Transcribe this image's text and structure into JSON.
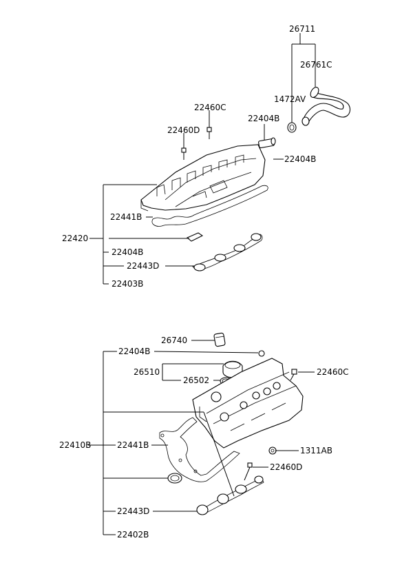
{
  "diagram": {
    "upper": {
      "labels": {
        "p26711": "26711",
        "p26761C": "26761C",
        "p1472AV": "1472AV",
        "p22460C": "22460C",
        "p22404B_bolt": "22404B",
        "p22460D": "22460D",
        "p22404B_pipe": "22404B",
        "p22441B": "22441B",
        "p22420": "22420",
        "p22404B_list": "22404B",
        "p22443D": "22443D",
        "p22403B": "22403B"
      }
    },
    "lower": {
      "labels": {
        "p26740": "26740",
        "p22404B": "22404B",
        "p26510": "26510",
        "p26502": "26502",
        "p22460C": "22460C",
        "p22410B": "22410B",
        "p22441B": "22441B",
        "p1311AB": "1311AB",
        "p22460D": "22460D",
        "p22443D": "22443D",
        "p22402B": "22402B"
      }
    }
  }
}
